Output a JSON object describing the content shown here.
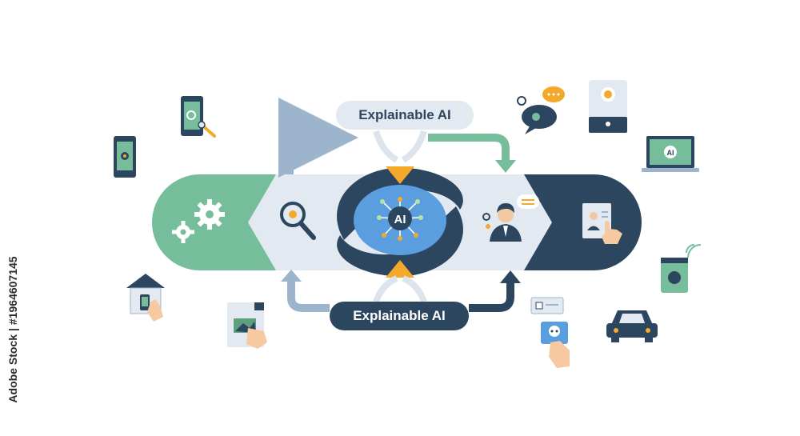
{
  "labels": {
    "top": "Explainable AI",
    "bottom": "Explainable AI",
    "center_badge": "AI",
    "laptop_badge": "AI"
  },
  "credit": {
    "source": "Adobe Stock",
    "separator": "|",
    "asset_id": "#1964607145"
  },
  "colors": {
    "green": "#75bd9b",
    "dark_navy": "#2d4660",
    "light_panel": "#e3e9f1",
    "arrow_light": "#9db5cc",
    "ai_blue": "#5b9ee0",
    "accent_orange": "#f4a92b"
  }
}
